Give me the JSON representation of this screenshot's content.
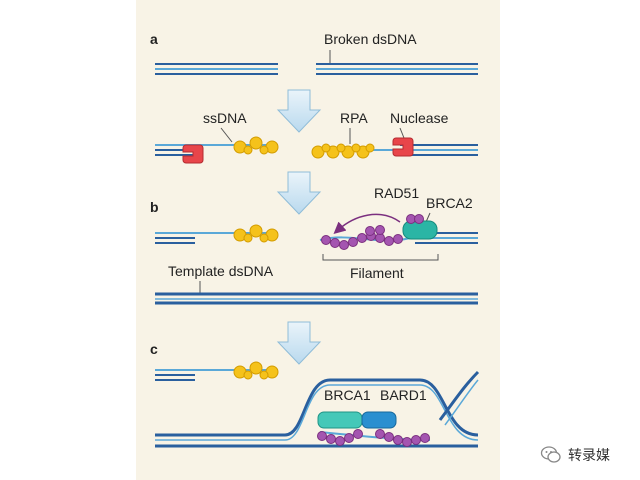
{
  "panels": {
    "a": "a",
    "b": "b",
    "c": "c"
  },
  "labels": {
    "broken_dsdna": "Broken dsDNA",
    "ssdna": "ssDNA",
    "rpa": "RPA",
    "nuclease": "Nuclease",
    "rad51": "RAD51",
    "brca2": "BRCA2",
    "filament": "Filament",
    "template_dsdna": "Template dsDNA",
    "brca1": "BRCA1",
    "bard1": "BARD1"
  },
  "watermark": {
    "text": "转录媒"
  },
  "colors": {
    "panel_bg": "#f8f3e6",
    "dna_strand": "#2a5f9e",
    "dna_light": "#5aa8d8",
    "rpa": "#f5c21b",
    "nuclease": "#e8454a",
    "rad51": "#a455b0",
    "brca2": "#2bb5a5",
    "brca1": "#45c8b8",
    "bard1": "#2a8fd0",
    "arrow": "#c8e2f2"
  }
}
